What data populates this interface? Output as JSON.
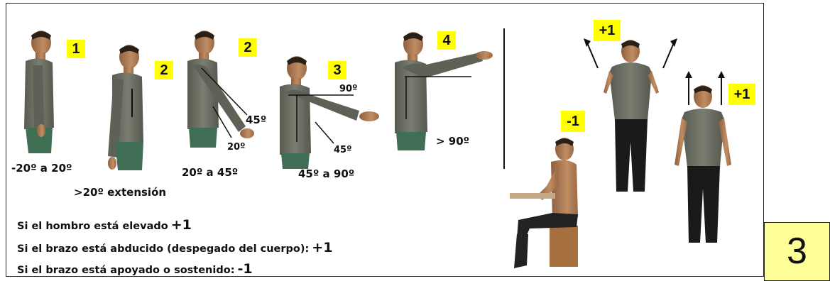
{
  "postures": [
    {
      "score": "1",
      "range": "-20º a 20º"
    },
    {
      "score": "2",
      "range": ">20º extensión"
    },
    {
      "score": "2",
      "range": "20º a 45º",
      "angle_a": "45º",
      "angle_b": "20º"
    },
    {
      "score": "3",
      "range": "45º a 90º",
      "angle_a": "90º",
      "angle_b": "45º"
    },
    {
      "score": "4",
      "range": "> 90º"
    }
  ],
  "modifiers": [
    {
      "score": "+1"
    },
    {
      "score": "+1"
    },
    {
      "score": "-1"
    }
  ],
  "notes": [
    {
      "text": "Si el hombro está elevado",
      "value": "+1"
    },
    {
      "text": "Si el brazo está abducido (despegado del cuerpo):",
      "value": "+1"
    },
    {
      "text": "Si el brazo está apoyado o sostenido:",
      "value": "-1"
    }
  ],
  "total_score": "3",
  "colors": {
    "badge": "#ffff00",
    "total_badge": "#ffff99",
    "shirt": "#6b6e62",
    "skin": "#b5835a",
    "pants_green": "#3f6e55",
    "pants_dark": "#1a1a1a"
  }
}
